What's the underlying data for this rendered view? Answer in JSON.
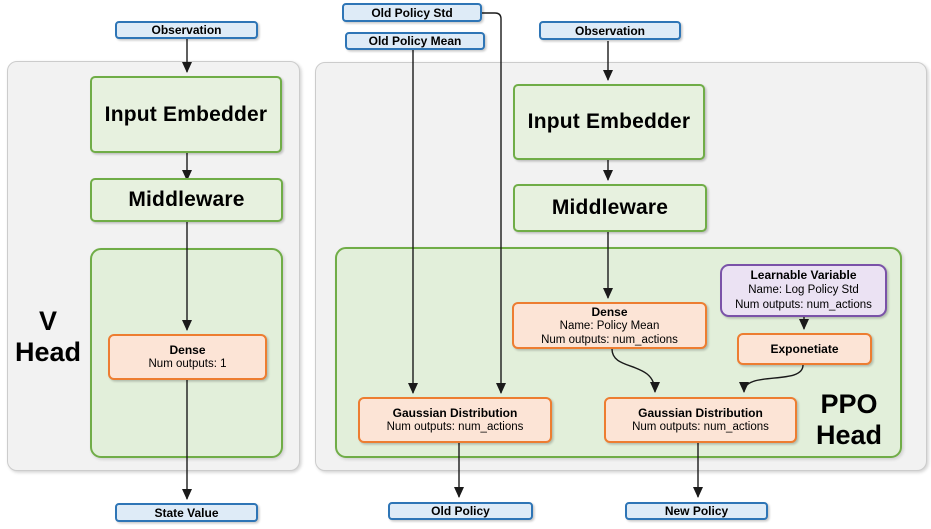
{
  "diagram": {
    "io": {
      "observation_left": "Observation",
      "observation_right": "Observation",
      "old_policy_std": "Old Policy Std",
      "old_policy_mean": "Old Policy Mean",
      "state_value": "State Value",
      "old_policy": "Old Policy",
      "new_policy": "New Policy"
    },
    "v_head": {
      "label_line1": "V",
      "label_line2": "Head",
      "input_embedder": "Input Embedder",
      "middleware": "Middleware",
      "dense": {
        "title": "Dense",
        "line2": "Num outputs: 1"
      }
    },
    "ppo_head": {
      "label_line1": "PPO",
      "label_line2": "Head",
      "input_embedder": "Input Embedder",
      "middleware": "Middleware",
      "dense": {
        "title": "Dense",
        "line2": "Name: Policy Mean",
        "line3": "Num outputs: num_actions"
      },
      "learnable_variable": {
        "title": "Learnable Variable",
        "line2": "Name: Log Policy Std",
        "line3": "Num outputs: num_actions"
      },
      "exponetiate": "Exponetiate",
      "gaussian_old": {
        "title": "Gaussian Distribution",
        "line2": "Num outputs: num_actions"
      },
      "gaussian_new": {
        "title": "Gaussian Distribution",
        "line2": "Num outputs: num_actions"
      }
    },
    "colors": {
      "blue_border": "#2E75B6",
      "blue_fill": "#DEEBF7",
      "green_border": "#70AD47",
      "green_fill": "#E2EFDA",
      "orange_border": "#ED7D31",
      "orange_fill": "#FCE4D6",
      "purple_border": "#7A52A8",
      "purple_fill": "#EBE2F3",
      "container_fill": "#F2F2F2",
      "container_border": "#CCCCCC",
      "wire": "#1A1A1A"
    }
  }
}
